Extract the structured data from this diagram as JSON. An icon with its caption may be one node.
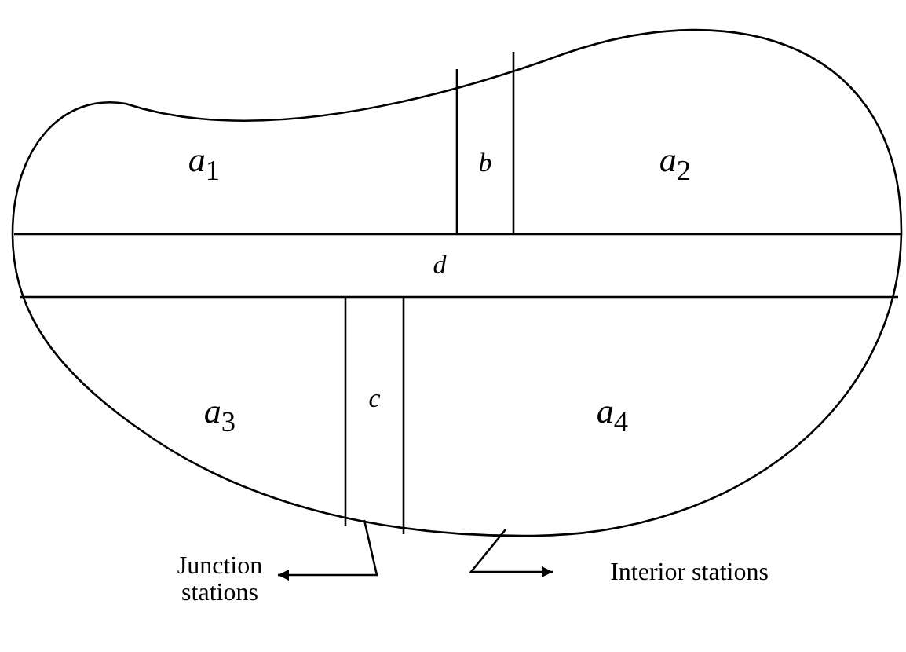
{
  "diagram": {
    "nodes": [
      {
        "text": [],
        "shape": "cloud"
      },
      {
        "text": [
          "*a*$_{1}$"
        ],
        "in": 0
      },
      {
        "text": [
          "b"
        ],
        "in": 0
      },
      {
        "text": [
          "*a*$_{2}$"
        ],
        "in": 0
      },
      {
        "text": [
          "d"
        ],
        "in": 0
      },
      {
        "text": [
          "*a*$_{3}$"
        ],
        "in": 0
      },
      {
        "text": [
          "c"
        ],
        "in": 0
      },
      {
        "text": [
          "*a*$_{4}$"
        ],
        "in": 0
      },
      {
        "text": [
          "Junction stations"
        ]
      },
      {
        "text": [
          "Interior stations"
        ]
      }
    ],
    "edges": [
      {
        "from": 0,
        "to": 8,
        "arrow": "to"
      },
      {
        "from": 0,
        "to": 9,
        "arrow": "to"
      }
    ]
  }
}
